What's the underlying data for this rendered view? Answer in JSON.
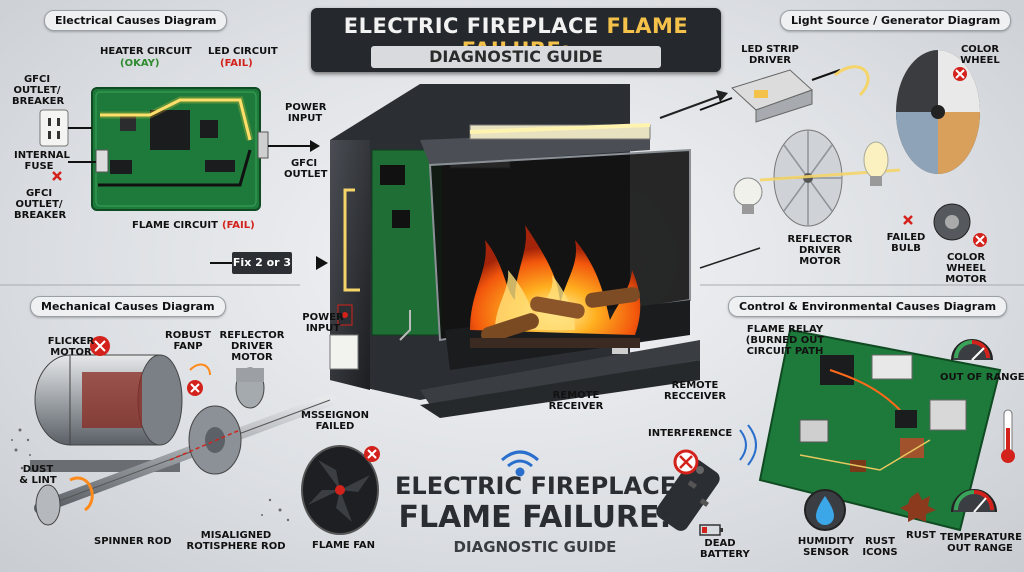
{
  "title": {
    "line1_a": "ELECTRIC FIREPLACE ",
    "line1_b": "FLAME FAILURE:",
    "line2": "DIAGNOSTIC GUIDE"
  },
  "bottom_title": {
    "line1": "ELECTRIC FIREPLACE",
    "line2": "FLAME FAILURE:",
    "line3": "DIAGNOSTIC GUIDE"
  },
  "sections": {
    "electrical": "Electrical Causes Diagram",
    "light": "Light Source / Generator Diagram",
    "mechanical": "Mechanical Causes Diagram",
    "control": "Control & Environmental Causes Diagram"
  },
  "electrical": {
    "heater_circuit": "HEATER CIRCUIT",
    "okay": "(OKAY)",
    "led_circuit": "LED CIRCUIT",
    "led_fail": "(FAIL)",
    "gfci_breaker_top": "GFCI OUTLET/ BREAKER",
    "internal_fuse": "INTERNAL FUSE",
    "gfci_breaker_bottom": "GFCI OUTLET/ BREAKER",
    "flame_circuit": "FLAME CIRCUIT",
    "flame_fail": "(FAIL)",
    "power_input": "POWER INPUT",
    "gfci_outlet": "GFCI OUTLET",
    "fix": "Fix 2 or 3"
  },
  "light": {
    "led_strip": "LED STRIP DRIVER",
    "color_wheel": "COLOR WHEEL",
    "reflector": "REFLECTOR DRIVER MOTOR",
    "failed_bulb": "FAILED BULB",
    "color_wheel_motor": "COLOR WHEEL MOTOR"
  },
  "mechanical": {
    "flicker_motor": "FLICKER MOTOR",
    "robust_fanp": "ROBUST FANP",
    "reflector_driver": "REFLECTOR DRIVER MOTOR",
    "power_input": "POWER INPUT",
    "msseignon": "MSSEIGNON FAILED",
    "dust": "DUST & LINT",
    "spinner": "SPINNER ROD",
    "misaligned": "MISALIGNED ROTISPHERE ROD",
    "flame_fan": "FLAME FAN"
  },
  "center": {
    "remote_receiver": "REMOTE RECEIVER",
    "remote_receiver2": "REMOTE RECCEIVER",
    "interference": "INTERFERENCE",
    "dead_battery": "DEAD BATTERY"
  },
  "control": {
    "flame_relay": "FLAME RELAY (BURNED OUT CIRCUIT PATH",
    "out_of_range": "OUT OF RANGE",
    "humidity": "HUMIDITY SENSOR",
    "rust_icons": "RUST ICONS",
    "rust": "RUST",
    "temperature": "TEMPERATURE OUT RANGE"
  },
  "colors": {
    "accent": "#f4c24a",
    "fail": "#d3221b",
    "okay": "#2e8b2e",
    "pcb": "#1e7a3a",
    "panel": "#25282c"
  }
}
